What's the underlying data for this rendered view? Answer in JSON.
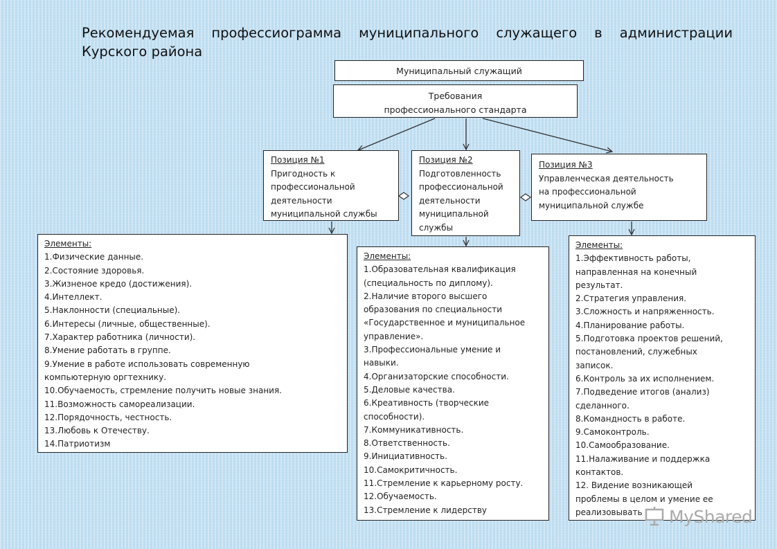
{
  "title": "Рекомендуемая профессиограмма муниципального служащего в администрации Курского района",
  "header": {
    "top": "Муниципальный служащий",
    "requirements": [
      "Требования",
      "профессионального стандарта"
    ]
  },
  "positions": [
    {
      "label": "Позиция №1",
      "lines": [
        "Пригодность к",
        "профессиональной",
        "деятельности",
        "муниципальной службы"
      ]
    },
    {
      "label": "Позиция №2",
      "lines": [
        "Подготовленность",
        "профессиональной",
        "деятельности",
        "муниципальной",
        "службы"
      ]
    },
    {
      "label": "Позиция №3",
      "lines": [
        "Управленческая деятельность",
        "на профессиональной",
        "муниципальной службе"
      ]
    }
  ],
  "elements": [
    {
      "heading": "Элементы:",
      "lines": [
        "1.Физические данные.",
        "2.Состояние здоровья.",
        "3.Жизненое кредо (достижения).",
        "4.Интеллект.",
        "5.Наклонности (специальные).",
        "6.Интересы (личные, общественные).",
        "7.Характер работника (личности).",
        "8.Умение работать в группе.",
        "9.Умение в работе использовать современную",
        "компьютерную оргтехнику.",
        "10.Обучаемость, стремление получить новые знания.",
        "11.Возможность самореализации.",
        "12.Порядочность, честность.",
        "13.Любовь к Отечеству.",
        "14.Патриотизм"
      ]
    },
    {
      "heading": "Элементы:",
      "lines": [
        "1.Образовательная квалификация",
        "(специальность по диплому).",
        "2.Наличие второго высшего",
        "образования по специальности",
        "«Государственное и муниципальное",
        "управление».",
        "3.Профессиональные умение и",
        "навыки.",
        "4.Организаторские способности.",
        "5.Деловые качества.",
        "6.Креативность (творческие",
        "способности).",
        "7.Коммуникативность.",
        "8.Ответственность.",
        "9.Инициативность.",
        "10.Самокритичность.",
        "11.Стремление к карьерному росту.",
        "12.Обучаемость.",
        "13.Стремление к лидерству"
      ]
    },
    {
      "heading": "Элементы:",
      "lines": [
        "1.Эффективность работы,",
        "направленная на конечный",
        "результат.",
        "2.Стратегия управления.",
        "3.Сложность и напряженность.",
        "4.Планирование работы.",
        "5.Подготовка проектов решений,",
        "постановлений, служебных",
        "записок.",
        "6.Контроль за их исполнением.",
        "7.Подведение итогов (анализ)",
        "сделанного.",
        "8.Командность в работе.",
        "9.Самоконтроль.",
        "10.Самообразование.",
        "11.Налаживание и поддержка",
        "контактов.",
        "12. Видение возникающей",
        "проблемы в целом и умение ее",
        "реализовывать"
      ]
    }
  ],
  "watermark": "MyShared"
}
